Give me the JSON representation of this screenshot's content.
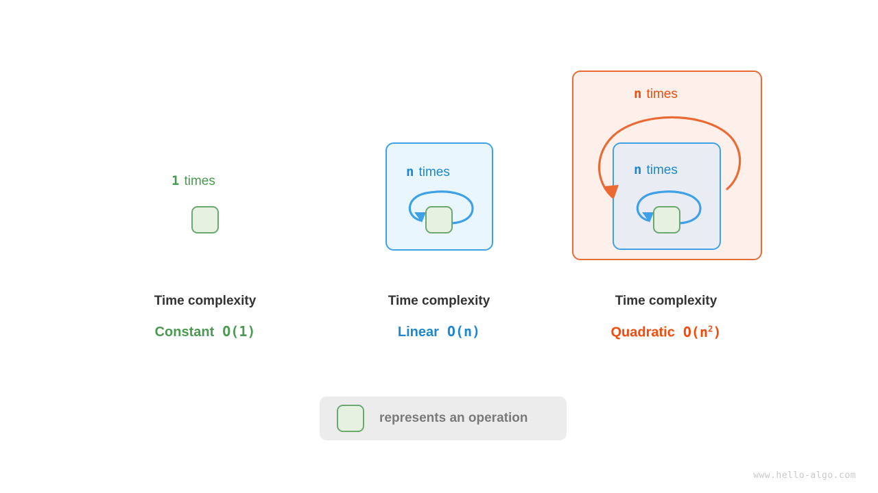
{
  "colors": {
    "green": "#4a9a52",
    "blue": "#1d87d0",
    "orange": "#f24b0c",
    "loop_blue": "#3ea1e8",
    "loop_orange": "#ea6a33",
    "title": "#333333",
    "legend_text": "#7a7a7a",
    "op_fill": "#e6f1e2",
    "op_border": "#6aa86e"
  },
  "columns": [
    {
      "id": "constant",
      "loop_count_var": "1",
      "loop_count_word": "times",
      "title": "Time complexity",
      "complexity_name": "Constant",
      "big_o": "O(1)",
      "big_o_base": "O(1)",
      "big_o_exponent": ""
    },
    {
      "id": "linear",
      "loop_count_var": "n",
      "loop_count_word": "times",
      "title": "Time complexity",
      "complexity_name": "Linear",
      "big_o": "O(n)",
      "big_o_base": "O(n)",
      "big_o_exponent": ""
    },
    {
      "id": "quadratic",
      "outer_loop_var": "n",
      "outer_loop_word": "times",
      "inner_loop_var": "n",
      "inner_loop_word": "times",
      "title": "Time complexity",
      "complexity_name": "Quadratic",
      "big_o": "O(n2)",
      "big_o_base": "O(n",
      "big_o_exponent": "2",
      "big_o_tail": ")"
    }
  ],
  "legend": {
    "swatch_name": "operation-box",
    "text": "represents an operation"
  },
  "watermark": "www.hello-algo.com"
}
